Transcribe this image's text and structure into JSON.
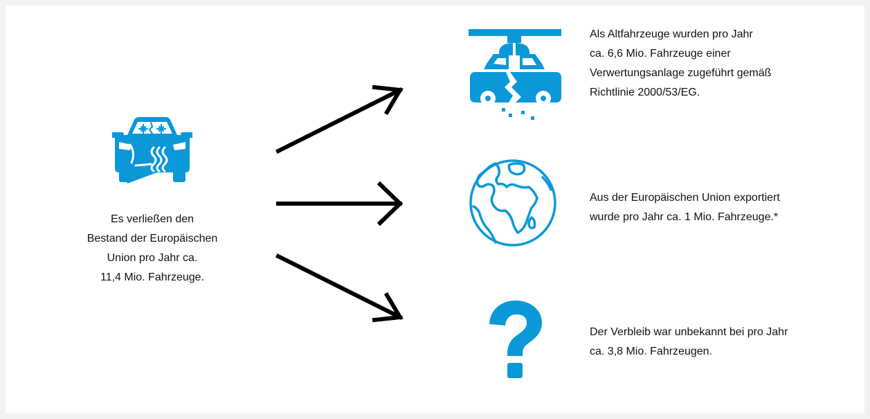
{
  "colors": {
    "icon_blue": "#0a98d8",
    "arrow": "#000000",
    "text": "#111111",
    "background": "#ffffff",
    "frame": "#f2f2f2"
  },
  "source": {
    "icon": "damaged-car-icon",
    "lines": [
      "Es verließen den",
      "Bestand der Europäischen",
      "Union pro Jahr ca.",
      "11,4 Mio. Fahrzeuge."
    ]
  },
  "destinations": [
    {
      "icon": "scrapyard-crane-car-icon",
      "lines": [
        "Als Altfahrzeuge wurden pro Jahr",
        "ca. 6,6 Mio. Fahrzeuge einer",
        "Verwertungsanlage zugeführt gemäß",
        "Richtlinie 2000/53/EG."
      ]
    },
    {
      "icon": "globe-icon",
      "lines": [
        "Aus der Europäischen Union exportiert",
        "wurde pro Jahr ca. 1 Mio. Fahrzeuge.*"
      ]
    },
    {
      "icon": "question-mark-icon",
      "lines": [
        "Der Verbleib war unbekannt bei pro Jahr",
        "ca. 3,8 Mio. Fahrzeugen."
      ]
    }
  ]
}
